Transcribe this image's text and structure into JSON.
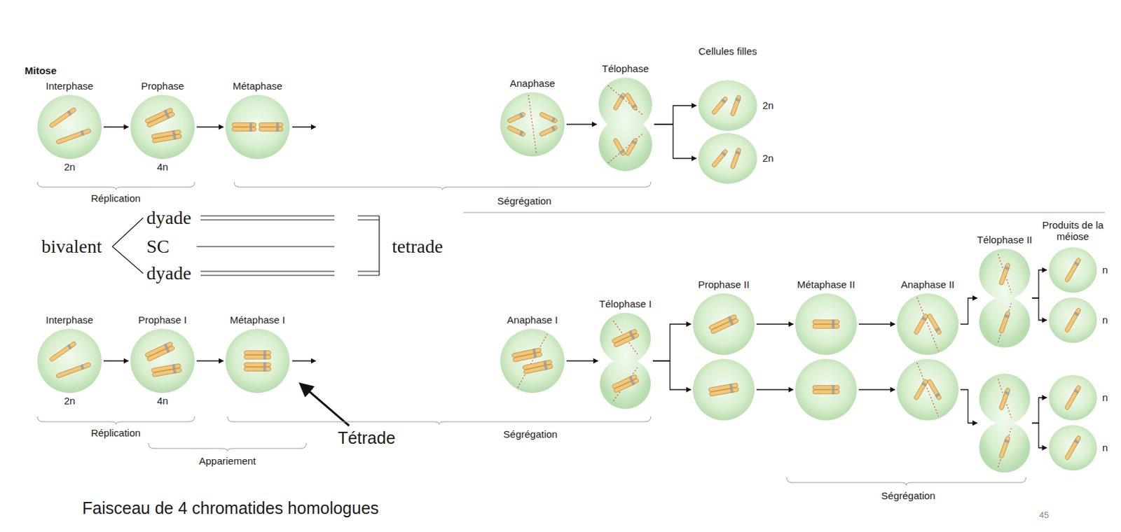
{
  "diagram": {
    "nodes": [
      {
        "text": [
          "Interphase",
          "2n"
        ]
      },
      {
        "text": [
          "Prophase",
          "4n"
        ]
      },
      {
        "text": [
          "Métaphase"
        ]
      },
      {
        "text": [
          "Anaphase"
        ]
      },
      {
        "text": [
          "Télophase"
        ]
      },
      {
        "text": [
          "2n"
        ]
      },
      {
        "text": [
          "2n"
        ]
      },
      {
        "text": [
          "Interphase",
          "2n"
        ]
      },
      {
        "text": [
          "Prophase I",
          "4n"
        ]
      },
      {
        "text": [
          "Métaphase I"
        ]
      },
      {
        "text": [
          "Anaphase I"
        ]
      },
      {
        "text": [
          "Télophase I"
        ]
      },
      {
        "text": [
          "Prophase II"
        ]
      },
      {
        "text": [
          "Métaphase II"
        ]
      },
      {
        "text": [
          "Anaphase II"
        ]
      },
      {
        "text": [
          "Télophase II"
        ]
      },
      {
        "text": [
          "n"
        ]
      },
      {
        "text": [
          "n"
        ]
      },
      {
        "text": [
          "n"
        ]
      },
      {
        "text": [
          "n"
        ]
      }
    ],
    "edges": [
      {
        "from": 0,
        "to": 1,
        "arrow": "to"
      },
      {
        "from": 1,
        "to": 2,
        "arrow": "to"
      },
      {
        "from": 3,
        "to": 4,
        "arrow": "to"
      },
      {
        "from": 4,
        "to": 5,
        "arrow": "to"
      },
      {
        "from": 4,
        "to": 6,
        "arrow": "to"
      },
      {
        "from": 7,
        "to": 8,
        "arrow": "to"
      },
      {
        "from": 8,
        "to": 9,
        "arrow": "to"
      },
      {
        "from": 10,
        "to": 11,
        "arrow": "to"
      },
      {
        "from": 11,
        "to": 12,
        "arrow": "to"
      },
      {
        "from": 12,
        "to": 13,
        "arrow": "to"
      },
      {
        "from": 13,
        "to": 14,
        "arrow": "to"
      },
      {
        "from": 14,
        "to": 15,
        "arrow": "to"
      },
      {
        "from": 15,
        "to": 16,
        "arrow": "to"
      },
      {
        "from": 15,
        "to": 17,
        "arrow": "to"
      }
    ],
    "labels": [
      "Mitose",
      "Cellules filles",
      "Réplication",
      "Ségrégation",
      "bivalent",
      "dyade",
      "SC",
      "dyade",
      "tetrade",
      "Produits de la méiose",
      "Réplication",
      "Appariement",
      "Ségrégation",
      "Tétrade",
      "Ségrégation",
      "Faisceau de 4 chromatides homologues",
      "45"
    ]
  }
}
